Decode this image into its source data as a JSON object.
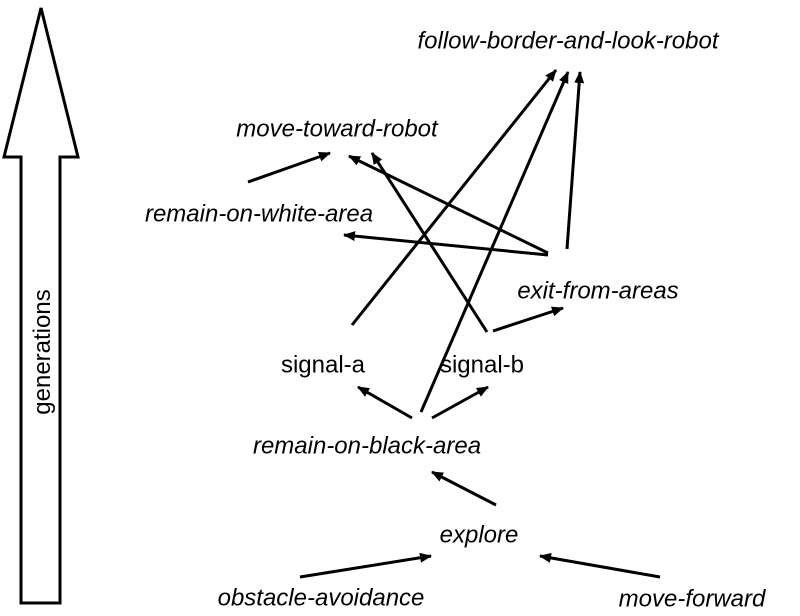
{
  "axis": {
    "label": "generations"
  },
  "nodes": [
    {
      "id": "fbl",
      "label": "follow-border-and-look-robot",
      "italic": true
    },
    {
      "id": "mtr",
      "label": "move-toward-robot",
      "italic": true
    },
    {
      "id": "rwa",
      "label": "remain-on-white-area",
      "italic": true
    },
    {
      "id": "efa",
      "label": "exit-from-areas",
      "italic": true
    },
    {
      "id": "sa",
      "label": "signal-a",
      "italic": false
    },
    {
      "id": "sb",
      "label": "signal-b",
      "italic": false
    },
    {
      "id": "rba",
      "label": "remain-on-black-area",
      "italic": true
    },
    {
      "id": "exp",
      "label": "explore",
      "italic": true
    },
    {
      "id": "oa",
      "label": "obstacle-avoidance",
      "italic": true
    },
    {
      "id": "mf",
      "label": "move-forward",
      "italic": true
    }
  ],
  "edges": [
    {
      "from": "oa",
      "to": "exp"
    },
    {
      "from": "mf",
      "to": "exp"
    },
    {
      "from": "exp",
      "to": "rba"
    },
    {
      "from": "rba",
      "to": "sa"
    },
    {
      "from": "rba",
      "to": "sb"
    },
    {
      "from": "rba",
      "to": "fbl"
    },
    {
      "from": "sa",
      "to": "fbl"
    },
    {
      "from": "sb",
      "to": "efa"
    },
    {
      "from": "sb",
      "to": "mtr"
    },
    {
      "from": "rwa",
      "to": "mtr"
    },
    {
      "from": "efa",
      "to": "mtr"
    },
    {
      "from": "efa",
      "to": "rwa"
    },
    {
      "from": "efa",
      "to": "fbl"
    }
  ]
}
